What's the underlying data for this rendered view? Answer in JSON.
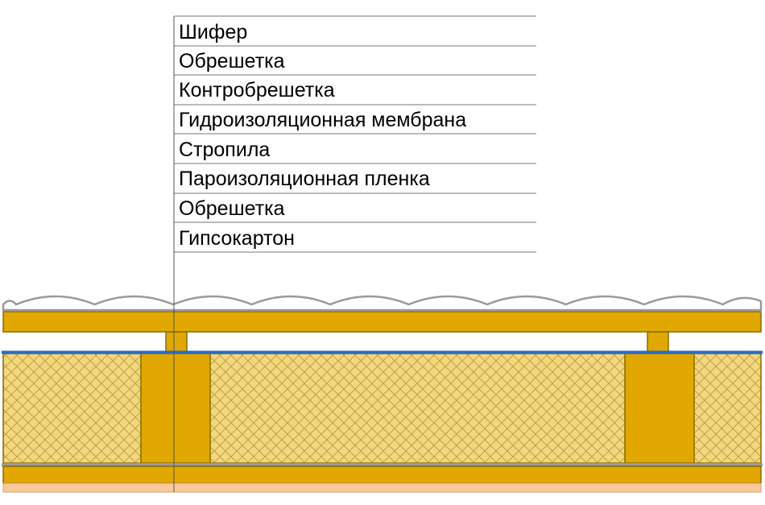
{
  "legend": {
    "items": [
      "Шифер",
      "Обрешетка",
      "Контробрешетка",
      "Гидроизоляционная мембрана",
      "Стропила",
      "Пароизоляционная пленка",
      "Обрешетка",
      "Гипсокартон"
    ]
  },
  "colors": {
    "wood": "#e0a800",
    "wood_outline": "#8a6a00",
    "insulation": "#f2d77e",
    "insulation_hatch": "#b99b3c",
    "membrane": "#2a6cc4",
    "vapor_film": "#9a9a9a",
    "drywall": "#f8c99b",
    "slate": "#ffffff",
    "slate_outline": "#9a9a9a"
  }
}
